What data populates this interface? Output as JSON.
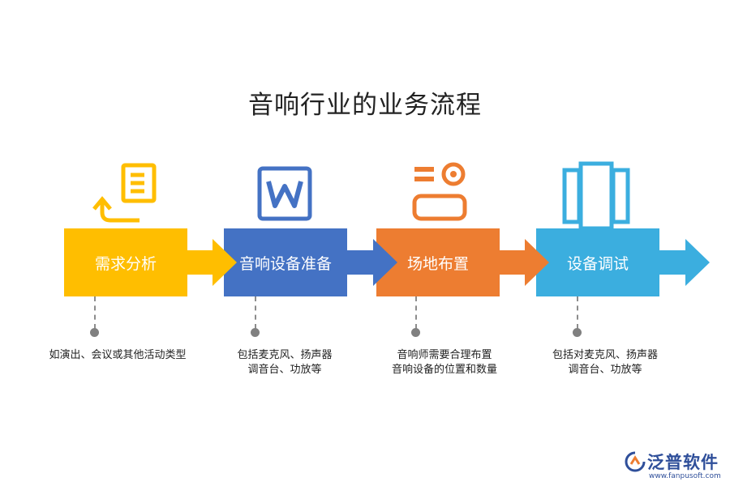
{
  "title": "音响行业的业务流程",
  "steps": [
    {
      "label": "需求分析",
      "color": "#FFBE00",
      "icon": "document-return-icon",
      "desc": [
        "如演出、会议或其他活动类型"
      ]
    },
    {
      "label": "音响设备准备",
      "color": "#4472C4",
      "icon": "word-document-icon",
      "desc": [
        "包括麦克风、扬声器",
        "调音台、功放等"
      ]
    },
    {
      "label": "场地布置",
      "color": "#ED7D31",
      "icon": "camera-device-icon",
      "desc": [
        "音响师需要合理布置",
        "音响设备的位置和数量"
      ]
    },
    {
      "label": "设备调试",
      "color": "#3BAEDF",
      "icon": "panels-icon",
      "desc": [
        "包括对麦克风、扬声器",
        "调音台、功放等"
      ]
    }
  ],
  "logo": {
    "name": "泛普软件",
    "url": "www.fanpusoft.com"
  }
}
